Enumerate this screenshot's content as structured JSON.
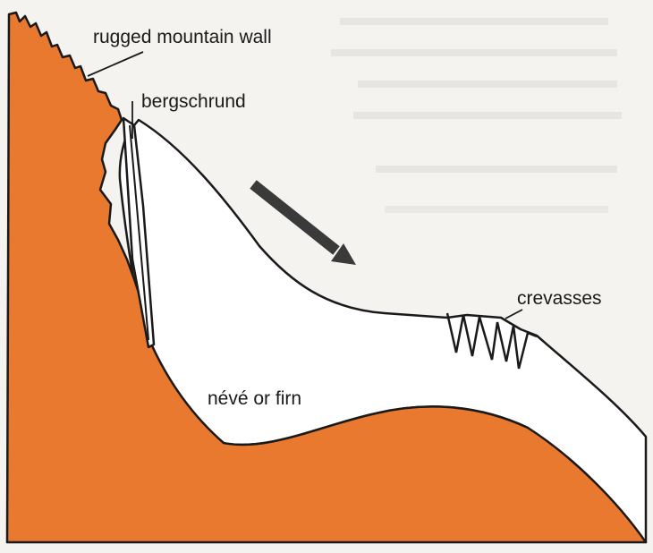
{
  "labels": {
    "mountain_wall": "rugged mountain wall",
    "bergschrund": "bergschrund",
    "crevasses": "crevasses",
    "neve": "névé or firn"
  },
  "colors": {
    "rock": "#e8792f",
    "ice": "#ffffff",
    "outline": "#1a1a1a",
    "arrow": "#3a3a3a",
    "paper": "#f4f3f0"
  }
}
